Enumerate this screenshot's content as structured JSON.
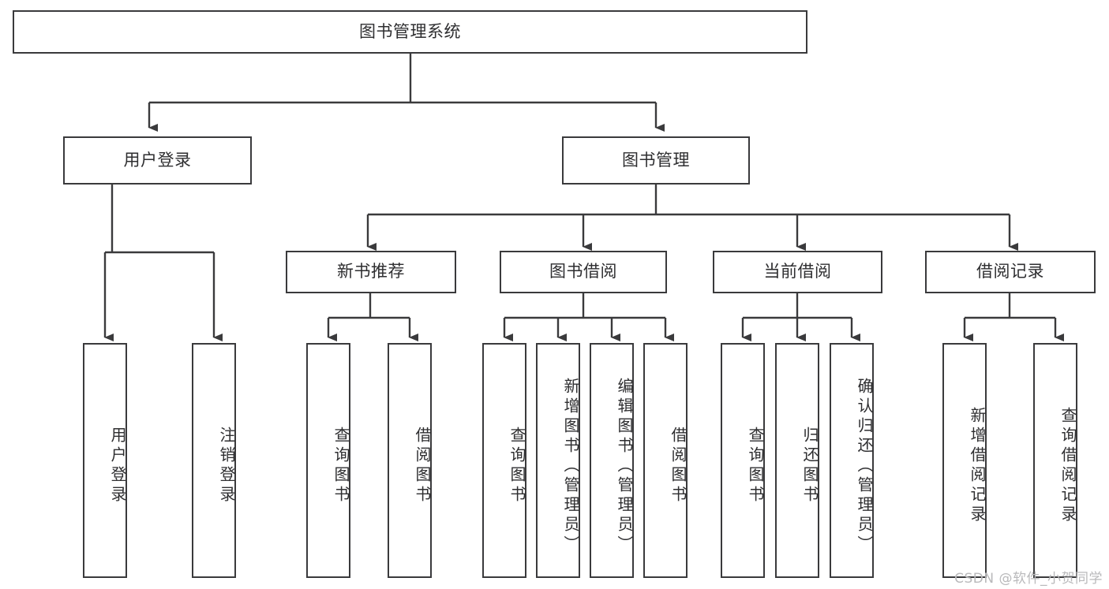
{
  "diagram": {
    "type": "tree",
    "title": "图书管理系统",
    "watermark": "CSDN @软件_小贺同学",
    "colors": {
      "background": "#ffffff",
      "box_fill": "#ffffff",
      "box_stroke": "#3a3a3c",
      "connector": "#3a3a3c",
      "text": "#2e2e30",
      "watermark": "#b9b9bb"
    },
    "levels": {
      "root": {
        "label": "图书管理系统"
      },
      "level1": [
        {
          "label": "用户登录"
        },
        {
          "label": "图书管理"
        }
      ],
      "level2": [
        {
          "label": "新书推荐"
        },
        {
          "label": "图书借阅"
        },
        {
          "label": "当前借阅"
        },
        {
          "label": "借阅记录"
        }
      ],
      "leaves": {
        "user_login": [
          {
            "label": "用户登录"
          },
          {
            "label": "注销登录"
          }
        ],
        "new_book_recommend": [
          {
            "label": "查询图书"
          },
          {
            "label": "借阅图书"
          }
        ],
        "book_borrow": [
          {
            "label": "查询图书"
          },
          {
            "label": "新增图书（管理员）"
          },
          {
            "label": "编辑图书（管理员）"
          },
          {
            "label": "借阅图书"
          }
        ],
        "current_borrow": [
          {
            "label": "查询图书"
          },
          {
            "label": "归还图书"
          },
          {
            "label": "确认归还（管理员）"
          }
        ],
        "borrow_record": [
          {
            "label": "新增借阅记录"
          },
          {
            "label": "查询借阅记录"
          }
        ]
      }
    }
  }
}
